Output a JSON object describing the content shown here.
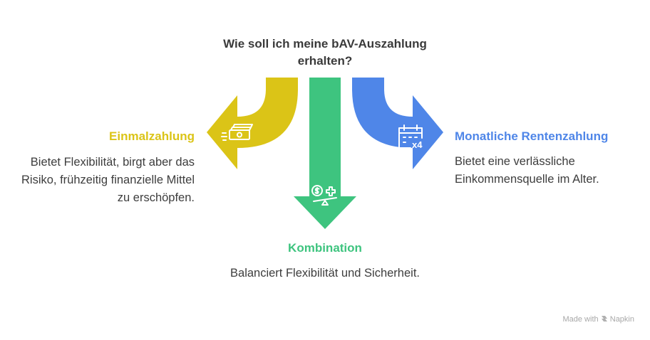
{
  "title": {
    "line1": "Wie soll ich meine bAV-Auszahlung",
    "line2": "erhalten?"
  },
  "options": {
    "left": {
      "heading": "Einmalzahlung",
      "description": "Bietet Flexibilität, birgt aber das Risiko, frühzeitig finanzielle Mittel zu erschöpfen.",
      "color": "#dbc417",
      "icon": "money-stack-icon"
    },
    "center": {
      "heading": "Kombination",
      "description": "Balanciert Flexibilität und Sicherheit.",
      "color": "#3ec47f",
      "icon": "scale-balance-icon"
    },
    "right": {
      "heading": "Monatliche Rentenzahlung",
      "description": "Bietet eine verlässliche Einkommensquelle im Alter.",
      "color": "#4f86e8",
      "icon": "calendar-x4-icon",
      "icon_text": "x4"
    }
  },
  "footer": {
    "made_with": "Made with",
    "brand": "Napkin"
  }
}
